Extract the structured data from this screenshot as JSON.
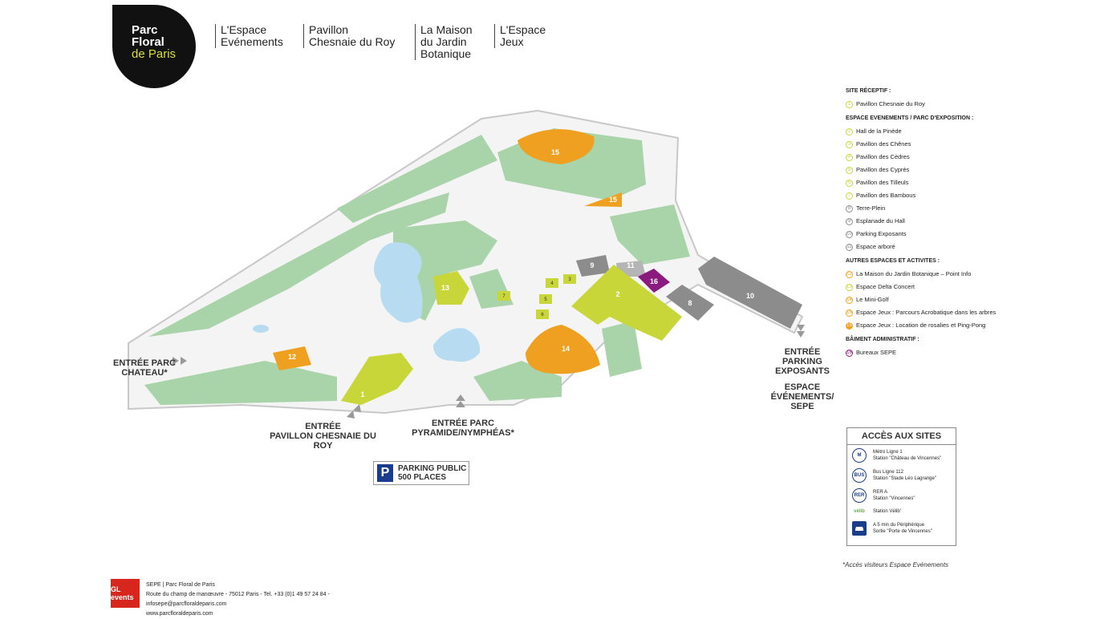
{
  "logo": {
    "line1": "Parc",
    "line2": "Floral",
    "line3": "de Paris"
  },
  "nav": [
    {
      "lines": [
        "L'Espace",
        "Evénements"
      ]
    },
    {
      "lines": [
        "Pavillon",
        "Chesnaie du Roy"
      ]
    },
    {
      "lines": [
        "La Maison",
        "du Jardin",
        "Botanique"
      ]
    },
    {
      "lines": [
        "L'Espace",
        "Jeux"
      ]
    }
  ],
  "legend": {
    "site_receptif": {
      "title": "SITE RÉCEPTIF :",
      "items": [
        {
          "num": "1",
          "label": "Pavillon Chesnaie du Roy",
          "color": "#c9d63a"
        }
      ]
    },
    "espace_evenements": {
      "title": "ESPACE EVENEMENTS / PARC D'EXPOSITION :",
      "items": [
        {
          "num": "2",
          "label": "Hall de la Pinède",
          "color": "#c9d63a"
        },
        {
          "num": "3",
          "label": "Pavillon des Chênes",
          "color": "#c9d63a"
        },
        {
          "num": "4",
          "label": "Pavillon des Cèdres",
          "color": "#c9d63a"
        },
        {
          "num": "5",
          "label": "Pavillon des Cyprès",
          "color": "#c9d63a"
        },
        {
          "num": "6",
          "label": "Pavillon des Tilleuls",
          "color": "#c9d63a"
        },
        {
          "num": "7",
          "label": "Pavillon des Bambous",
          "color": "#c9d63a"
        },
        {
          "num": "8",
          "label": "Terre-Plein",
          "color": "#8c8c8c"
        },
        {
          "num": "9",
          "label": "Esplanade du Hall",
          "color": "#8c8c8c"
        },
        {
          "num": "10",
          "label": "Parking Exposants",
          "color": "#8c8c8c"
        },
        {
          "num": "11",
          "label": "Espace arboré",
          "color": "#8c8c8c"
        }
      ]
    },
    "autres": {
      "title": "AUTRES ESPACES ET ACTIVITES :",
      "items": [
        {
          "num": "12",
          "label": "La Maison du Jardin Botanique – Point Info",
          "color": "#f0a020"
        },
        {
          "num": "13",
          "label": "Espace Delta Concert",
          "color": "#c9d63a"
        },
        {
          "num": "14",
          "label": "Le Mini-Golf",
          "color": "#f0a020"
        },
        {
          "num": "15",
          "label": "Espace Jeux : Parcours Acrobatique dans les arbres",
          "color": "#f0a020"
        },
        {
          "num": "15",
          "label": "Espace Jeux : Location de rosalies et Ping-Pong",
          "color": "#f0a020"
        }
      ]
    },
    "batiment": {
      "title": "BÂIMENT ADMINISTRATIF :",
      "items": [
        {
          "num": "16",
          "label": "Bureaux SEPE",
          "color": "#8b1a7e"
        }
      ]
    }
  },
  "acces": {
    "title": "ACCÈS AUX SITES",
    "items": [
      {
        "icon": "M",
        "lines": [
          "Métro Ligne 1",
          "Station \"Château de Vincennes\""
        ]
      },
      {
        "icon": "BUS",
        "lines": [
          "Bus Ligne  112",
          "Station \"Stade  Léo Lagrange\""
        ]
      },
      {
        "icon": "RER",
        "lines": [
          "RER A",
          "Station \"Vincennes\""
        ]
      },
      {
        "icon": "vélib",
        "lines": [
          "Station Vélib'"
        ]
      },
      {
        "icon": "car",
        "lines": [
          "A 5 min du Périphérique",
          "Sortie \"Porte de Vincennes\""
        ]
      }
    ]
  },
  "entrances": {
    "chateau": [
      "ENTRÉE PARC",
      "CHATEAU*"
    ],
    "chesnaie": [
      "ENTRÉE",
      "PAVILLON CHESNAIE DU ROY"
    ],
    "pyramide": [
      "ENTRÉE PARC",
      "PYRAMIDE/NYMPHÉAS*"
    ],
    "exposants": [
      "ENTRÉE",
      "PARKING",
      "EXPOSANTS"
    ],
    "espace": [
      "ESPACE ÉVÉNEMENTS/",
      "SEPE"
    ]
  },
  "parking": {
    "icon": "P",
    "lines": [
      "PARKING PUBLIC",
      "500 PLACES"
    ]
  },
  "footnote": "*Accès visiteurs Espace Evénements",
  "footer": {
    "logo": "GL events",
    "lines": [
      "SEPE | Parc Floral de Paris",
      "Route du champ de manœuvre - 75012 Paris - Tel. +33 (0)1 49 57 24 84 - infosepe@parcfloraldeparis.com",
      "www.parcfloraldeparis.com"
    ]
  },
  "colors": {
    "green": "#a9d3a8",
    "water": "#b7dcf2",
    "yellow": "#c9d63a",
    "orange": "#f0a020",
    "grey": "#8c8c8c",
    "purple": "#8b1a7e",
    "blue": "#1a3d8c"
  },
  "map_labels": {
    "n1": "1",
    "n2": "2",
    "n4": "4",
    "n3": "3",
    "n5": "5",
    "n6": "6",
    "n7": "7",
    "n8": "8",
    "n9": "9",
    "n10": "10",
    "n11": "11",
    "n12": "12",
    "n13": "13",
    "n14": "14",
    "n15a": "15",
    "n15b": "15",
    "n16": "16"
  }
}
